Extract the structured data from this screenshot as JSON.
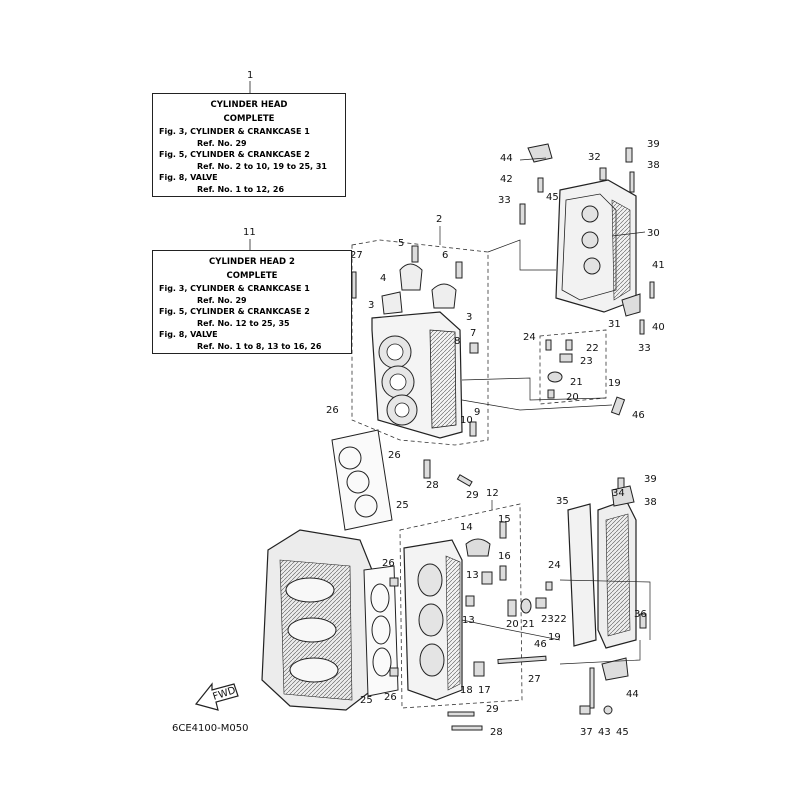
{
  "box_cylinder_head": {
    "ref": "1",
    "title": "CYLINDER HEAD",
    "subtitle": "COMPLETE",
    "lines": [
      {
        "text": "Fig. 3, CYLINDER & CRANKCASE 1",
        "indent": false
      },
      {
        "text": "Ref. No. 29",
        "indent": true
      },
      {
        "text": "Fig. 5, CYLINDER & CRANKCASE 2",
        "indent": false
      },
      {
        "text": "Ref. No. 2 to 10, 19 to 25, 31",
        "indent": true
      },
      {
        "text": "Fig. 8, VALVE",
        "indent": false
      },
      {
        "text": "Ref. No. 1 to 12, 26",
        "indent": true
      }
    ]
  },
  "box_cylinder_head_2": {
    "ref": "11",
    "title": "CYLINDER HEAD 2",
    "subtitle": "COMPLETE",
    "lines": [
      {
        "text": "Fig. 3, CYLINDER & CRANKCASE 1",
        "indent": false
      },
      {
        "text": "Ref. No. 29",
        "indent": true
      },
      {
        "text": "Fig. 5, CYLINDER & CRANKCASE 2",
        "indent": false
      },
      {
        "text": "Ref. No. 12 to 25, 35",
        "indent": true
      },
      {
        "text": "Fig. 8, VALVE",
        "indent": false
      },
      {
        "text": "Ref. No. 1 to 8, 13 to 16, 26",
        "indent": true
      }
    ]
  },
  "fwd_label": "FWD",
  "diagram_code": "6CE4100-M050",
  "part_numbers": {
    "p2": "2",
    "p3a": "3",
    "p3b": "3",
    "p4": "4",
    "p5": "5",
    "p6": "6",
    "p7": "7",
    "p8": "8",
    "p9": "9",
    "p10": "10",
    "p12": "12",
    "p13a": "13",
    "p13b": "13",
    "p14": "14",
    "p15": "15",
    "p16": "16",
    "p17": "17",
    "p18": "18",
    "p19a": "19",
    "p19b": "19",
    "p20a": "20",
    "p20b": "20",
    "p21a": "21",
    "p21b": "21",
    "p22a": "22",
    "p22b": "22",
    "p23a": "23",
    "p23b": "23",
    "p24a": "24",
    "p24b": "24",
    "p25a": "25",
    "p25b": "25",
    "p26a": "26",
    "p26b": "26",
    "p26c": "26",
    "p26d": "26",
    "p27a": "27",
    "p27b": "27",
    "p28a": "28",
    "p28b": "28",
    "p29a": "29",
    "p29b": "29",
    "p30": "30",
    "p31": "31",
    "p32": "32",
    "p33a": "33",
    "p33b": "33",
    "p34": "34",
    "p35": "35",
    "p36": "36",
    "p37": "37",
    "p38a": "38",
    "p38b": "38",
    "p39a": "39",
    "p39b": "39",
    "p40": "40",
    "p41": "41",
    "p42": "42",
    "p43": "43",
    "p44a": "44",
    "p44b": "44",
    "p45a": "45",
    "p45b": "45",
    "p46a": "46",
    "p46b": "46"
  }
}
